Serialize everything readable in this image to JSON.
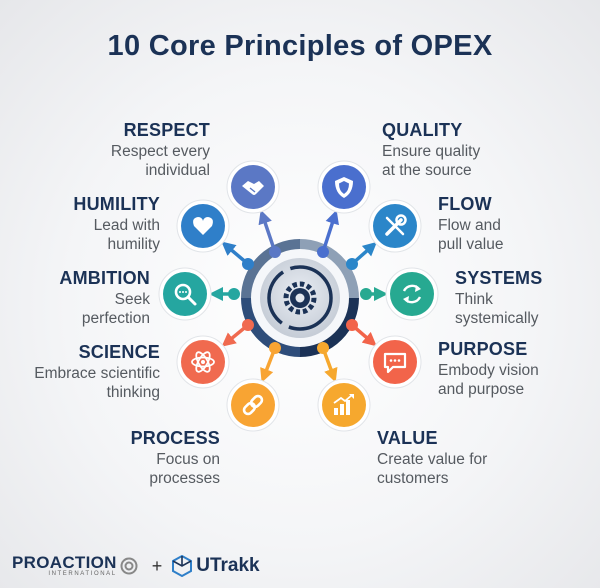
{
  "title": "10 Core Principles of OPEX",
  "principles": [
    {
      "name": "RESPECT",
      "desc": [
        "Respect every",
        "individual"
      ],
      "color": "#5b78c5",
      "icon": "handshake-icon"
    },
    {
      "name": "QUALITY",
      "desc": [
        "Ensure quality",
        "at the source"
      ],
      "color": "#4a6fce",
      "icon": "shield-icon"
    },
    {
      "name": "HUMILITY",
      "desc": [
        "Lead with",
        "humility"
      ],
      "color": "#2f7fc9",
      "icon": "heart-icon"
    },
    {
      "name": "FLOW",
      "desc": [
        "Flow and",
        "pull value"
      ],
      "color": "#2b86c9",
      "icon": "tools-icon"
    },
    {
      "name": "AMBITION",
      "desc": [
        "Seek",
        "perfection"
      ],
      "color": "#25a6a0",
      "icon": "magnifier-icon"
    },
    {
      "name": "SYSTEMS",
      "desc": [
        "Think",
        "systemically"
      ],
      "color": "#27a991",
      "icon": "cycle-icon"
    },
    {
      "name": "SCIENCE",
      "desc": [
        "Embrace scientific",
        "thinking"
      ],
      "color": "#f06a4f",
      "icon": "atom-icon"
    },
    {
      "name": "PURPOSE",
      "desc": [
        "Embody vision",
        "and purpose"
      ],
      "color": "#f2644a",
      "icon": "chat-icon"
    },
    {
      "name": "PROCESS",
      "desc": [
        "Focus on",
        "processes"
      ],
      "color": "#f8a433",
      "icon": "link-icon"
    },
    {
      "name": "VALUE",
      "desc": [
        "Create value for",
        "customers"
      ],
      "color": "#f6a82e",
      "icon": "chart-up-icon"
    }
  ],
  "center": {
    "icon": "gear-cycle-icon"
  },
  "footer": {
    "brand1": "PROACTION",
    "brand1_sub": "INTERNATIONAL",
    "plus": "+",
    "brand2": "UTrakk"
  }
}
